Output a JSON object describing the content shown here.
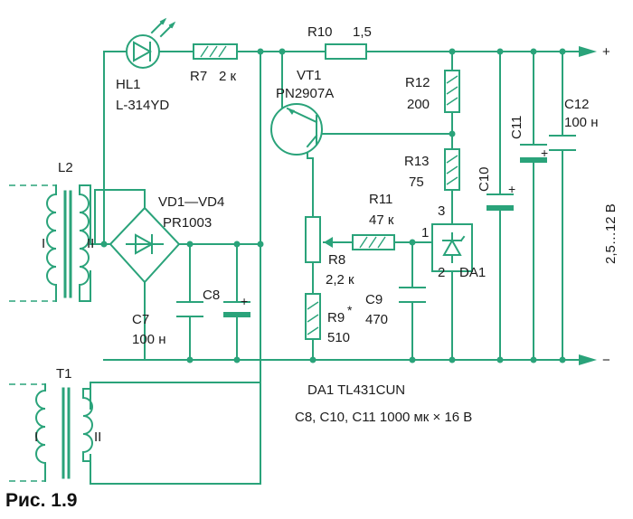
{
  "figure": {
    "caption": "Рис. 1.9"
  },
  "components": {
    "hl1": {
      "ref": "HL1",
      "part": "L-314YD"
    },
    "r7": {
      "ref": "R7",
      "value": "2 к"
    },
    "r10": {
      "ref": "R10",
      "value": "1,5"
    },
    "vt1": {
      "ref": "VT1",
      "part": "PN2907A"
    },
    "r12": {
      "ref": "R12",
      "value": "200"
    },
    "r13": {
      "ref": "R13",
      "value": "75"
    },
    "c12": {
      "ref": "C12",
      "value": "100 н"
    },
    "c11": {
      "ref": "C11"
    },
    "c10": {
      "ref": "C10"
    },
    "l2": {
      "ref": "L2",
      "winding1": "I",
      "winding2": "II"
    },
    "bridge": {
      "ref": "VD1—VD4",
      "part": "PR1003"
    },
    "r11": {
      "ref": "R11",
      "value": "47 к"
    },
    "r8": {
      "ref": "R8",
      "value": "2,2 к"
    },
    "c9": {
      "ref": "C9",
      "value": "470"
    },
    "c8": {
      "ref": "C8",
      "plus": "+"
    },
    "c7": {
      "ref": "C7",
      "value": "100 н"
    },
    "r9": {
      "ref": "R9",
      "mark": "*",
      "value": "510"
    },
    "da1": {
      "ref": "DA1",
      "pin1": "1",
      "pin2": "2",
      "pin3": "3"
    },
    "t1": {
      "ref": "T1",
      "winding1": "I",
      "winding2": "II"
    }
  },
  "output": {
    "plus": "+",
    "minus": "−",
    "voltage": "2,5…12 В"
  },
  "notes": {
    "da1_type": "DA1 TL431CUN",
    "capacitors": "C8, C10, C11  1000 мк × 16 В"
  },
  "colors": {
    "wire": "#2aa37a",
    "text": "#1c1c1c"
  }
}
